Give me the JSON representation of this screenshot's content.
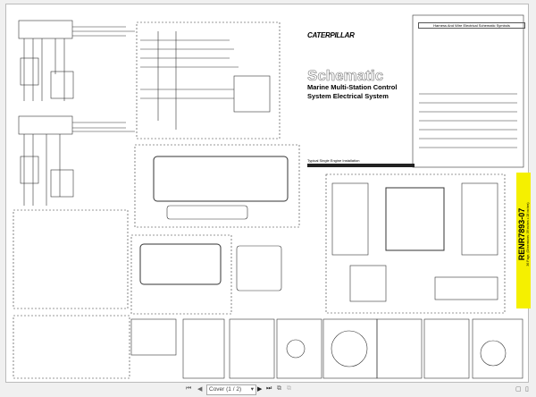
{
  "document": {
    "brand": "CATERPILLAR",
    "title": "Schematic",
    "subtitle": "Marine Multi-Station Control System Electrical System",
    "caption": "Typical Single Engine Installation",
    "symbols_title": "Harness And Wire Electrical Schematic Symbols",
    "side_label": {
      "code": "RENR7893-07",
      "dimensions": "36 Page, (Dimensions: 39 inches x 28 inches)"
    },
    "accent_color": "#f5f000"
  },
  "viewer": {
    "page_select": "Cover (1 / 2)",
    "icons": [
      "first-page-icon",
      "prev-page-icon",
      "next-page-icon",
      "last-page-icon",
      "copy-icon",
      "paste-icon",
      "single-page-view-icon",
      "two-page-view-icon",
      "continuous-view-icon"
    ]
  }
}
